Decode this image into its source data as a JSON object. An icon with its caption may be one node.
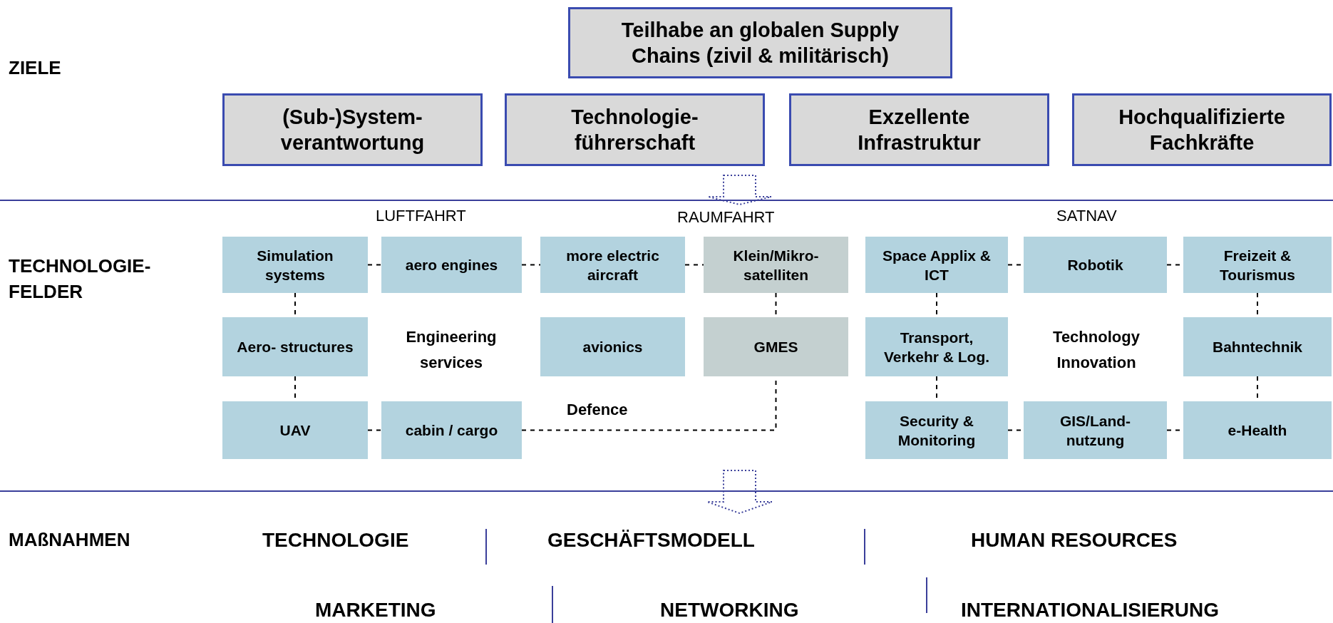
{
  "diagram": {
    "nodes": [
      {
        "text": [
          "Teilhabe an globalen Supply Chains (zivil & militärisch)"
        ]
      },
      {
        "text": [
          "(Sub-)System- verantwortung"
        ]
      },
      {
        "text": [
          "Technologie- führerschaft"
        ]
      },
      {
        "text": [
          "Exzellente Infrastruktur"
        ]
      },
      {
        "text": [
          "Hochqualifizierte Fachkräfte"
        ]
      },
      {
        "text": [
          "Simulation systems"
        ]
      },
      {
        "text": [
          "aero engines"
        ]
      },
      {
        "text": [
          "more electric aircraft"
        ]
      },
      {
        "text": [
          "Klein/Mikro- satelliten"
        ]
      },
      {
        "text": [
          "Space Applix & ICT"
        ]
      },
      {
        "text": [
          "Robotik"
        ]
      },
      {
        "text": [
          "Freizeit & Tourismus"
        ]
      },
      {
        "text": [
          "Aero- structures"
        ]
      },
      {
        "text": [
          "avionics"
        ]
      },
      {
        "text": [
          "GMES"
        ]
      },
      {
        "text": [
          "Transport, Verkehr & Log."
        ]
      },
      {
        "text": [
          "Bahntechnik"
        ]
      },
      {
        "text": [
          "UAV"
        ]
      },
      {
        "text": [
          "cabin / cargo"
        ]
      },
      {
        "text": [
          "Security & Monitoring"
        ]
      },
      {
        "text": [
          "GIS/Land- nutzung"
        ]
      },
      {
        "text": [
          "e-Health"
        ]
      }
    ],
    "edges": [
      {
        "from": 5,
        "to": 6,
        "arrow": "none",
        "style": "dashed"
      },
      {
        "from": 6,
        "to": 7,
        "arrow": "none",
        "style": "dashed"
      },
      {
        "from": 7,
        "to": 8,
        "arrow": "none",
        "style": "dashed"
      },
      {
        "from": 5,
        "to": 12,
        "arrow": "none",
        "style": "dashed"
      },
      {
        "from": 12,
        "to": 17,
        "arrow": "none",
        "style": "dashed"
      },
      {
        "from": 17,
        "to": 18,
        "arrow": "none",
        "style": "dashed"
      },
      {
        "from": 8,
        "to": 14,
        "arrow": "none",
        "style": "dashed"
      },
      {
        "from": 18,
        "to": 14,
        "arrow": "none",
        "style": "dashed",
        "label": "Defence"
      },
      {
        "from": 9,
        "to": 10,
        "arrow": "none",
        "style": "dashed"
      },
      {
        "from": 10,
        "to": 11,
        "arrow": "none",
        "style": "dashed"
      },
      {
        "from": 9,
        "to": 15,
        "arrow": "none",
        "style": "dashed"
      },
      {
        "from": 15,
        "to": 19,
        "arrow": "none",
        "style": "dashed"
      },
      {
        "from": 19,
        "to": 20,
        "arrow": "none",
        "style": "dashed"
      },
      {
        "from": 20,
        "to": 21,
        "arrow": "none",
        "style": "dashed"
      },
      {
        "from": 11,
        "to": 16,
        "arrow": "none",
        "style": "dashed"
      },
      {
        "from": 16,
        "to": 21,
        "arrow": "none",
        "style": "dashed"
      }
    ],
    "labels": [
      "ZIELE",
      "TECHNOLOGIE- FELDER",
      "LUFTFAHRT",
      "RAUMFAHRT",
      "SATNAV",
      "Engineering services",
      "Technology Innovation",
      "MAßNAHMEN",
      "TECHNOLOGIE",
      "GESCHÄFTSMODELL",
      "HUMAN RESOURCES",
      "MARKETING",
      "NETWORKING",
      "INTERNATIONALISIERUNG"
    ]
  }
}
